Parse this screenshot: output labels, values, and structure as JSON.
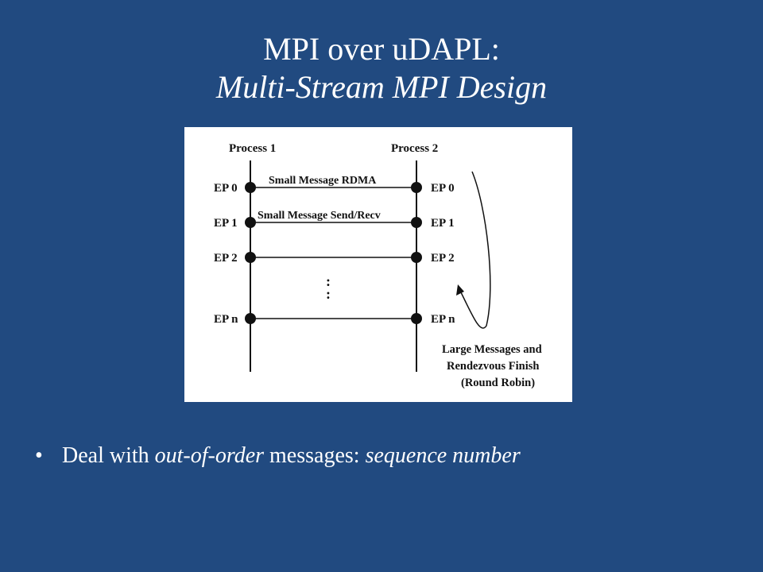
{
  "slide": {
    "title_line1": "MPI over uDAPL:",
    "title_line2": "Multi-Stream MPI Design"
  },
  "diagram": {
    "process1_label": "Process 1",
    "process2_label": "Process 2",
    "endpoints": [
      {
        "left": "EP 0",
        "right": "EP 0",
        "connection_label": "Small Message RDMA"
      },
      {
        "left": "EP 1",
        "right": "EP 1",
        "connection_label": "Small Message Send/Recv"
      },
      {
        "left": "EP 2",
        "right": "EP 2",
        "connection_label": ""
      },
      {
        "left": "EP n",
        "right": "EP n",
        "connection_label": ""
      }
    ],
    "ellipsis": ":",
    "note_lines": [
      "Large Messages and",
      "Rendezvous Finish",
      "(Round Robin)"
    ]
  },
  "bullets": [
    {
      "marker": "•",
      "text_1": "Deal with ",
      "emph_1": "out-of-order",
      "text_2": " messages: ",
      "emph_2": "sequence number"
    }
  ]
}
